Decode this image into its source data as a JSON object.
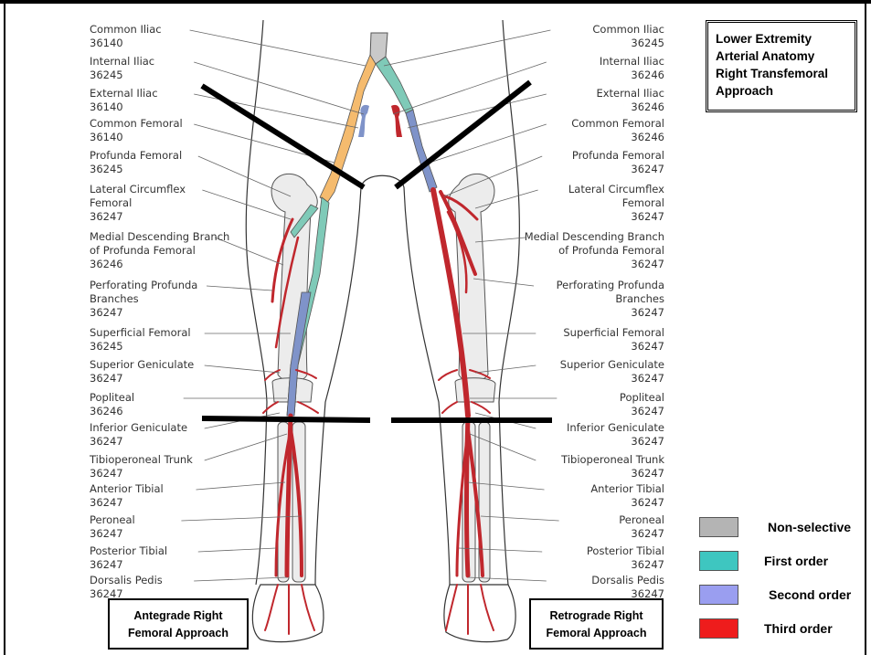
{
  "title": "Lower Extremity\nArterial Anatomy\nRight Transfemoral\nApproach",
  "left_labels": [
    {
      "name": "Common Iliac",
      "code": "36140"
    },
    {
      "name": "Internal Iliac",
      "code": "36245"
    },
    {
      "name": "External Iliac",
      "code": "36140"
    },
    {
      "name": "Common Femoral",
      "code": "36140"
    },
    {
      "name": "Profunda Femoral",
      "code": "36245"
    },
    {
      "name": "Lateral Circumflex\nFemoral",
      "code": "36247"
    },
    {
      "name": "Medial Descending Branch\nof Profunda Femoral",
      "code": "36246"
    },
    {
      "name": "Perforating Profunda\nBranches",
      "code": "36247"
    },
    {
      "name": "Superficial Femoral",
      "code": "36245"
    },
    {
      "name": "Superior Geniculate",
      "code": "36247"
    },
    {
      "name": "Popliteal",
      "code": "36246"
    },
    {
      "name": "Inferior Geniculate",
      "code": "36247"
    },
    {
      "name": "Tibioperoneal Trunk",
      "code": "36247"
    },
    {
      "name": "Anterior Tibial",
      "code": "36247"
    },
    {
      "name": "Peroneal",
      "code": "36247"
    },
    {
      "name": "Posterior Tibial",
      "code": "36247"
    },
    {
      "name": "Dorsalis Pedis",
      "code": "36247"
    }
  ],
  "right_labels": [
    {
      "name": "Common Iliac",
      "code": "36245"
    },
    {
      "name": "Internal Iliac",
      "code": "36246"
    },
    {
      "name": "External Iliac",
      "code": "36246"
    },
    {
      "name": "Common Femoral",
      "code": "36246"
    },
    {
      "name": "Profunda Femoral",
      "code": "36247"
    },
    {
      "name": "Lateral Circumflex\nFemoral",
      "code": "36247"
    },
    {
      "name": "Medial Descending Branch\nof Profunda Femoral",
      "code": "36247"
    },
    {
      "name": "Perforating Profunda\nBranches",
      "code": "36247"
    },
    {
      "name": "Superficial Femoral",
      "code": "36247"
    },
    {
      "name": "Superior Geniculate",
      "code": "36247"
    },
    {
      "name": "Popliteal",
      "code": "36247"
    },
    {
      "name": "Inferior Geniculate",
      "code": "36247"
    },
    {
      "name": "Tibioperoneal Trunk",
      "code": "36247"
    },
    {
      "name": "Anterior Tibial",
      "code": "36247"
    },
    {
      "name": "Peroneal",
      "code": "36247"
    },
    {
      "name": "Posterior Tibial",
      "code": "36247"
    },
    {
      "name": "Dorsalis Pedis",
      "code": "36247"
    }
  ],
  "approaches": {
    "left": "Antegrade Right\nFemoral Approach",
    "right": "Retrograde Right\nFemoral Approach"
  },
  "legend": [
    {
      "label": "Non-selective",
      "color": "#b4b4b4"
    },
    {
      "label": "First order",
      "color": "#3ec6c0"
    },
    {
      "label": "Second order",
      "color": "#9a9ef0"
    },
    {
      "label": "Third order",
      "color": "#ee1c1c"
    }
  ],
  "colors": {
    "aorta": "#c9c9c9",
    "first_order_tan": "#f5bb6e",
    "first_order_teal": "#7fcab8",
    "second_order": "#7f93c9",
    "third_order": "#c0272d",
    "outline": "#333333"
  }
}
